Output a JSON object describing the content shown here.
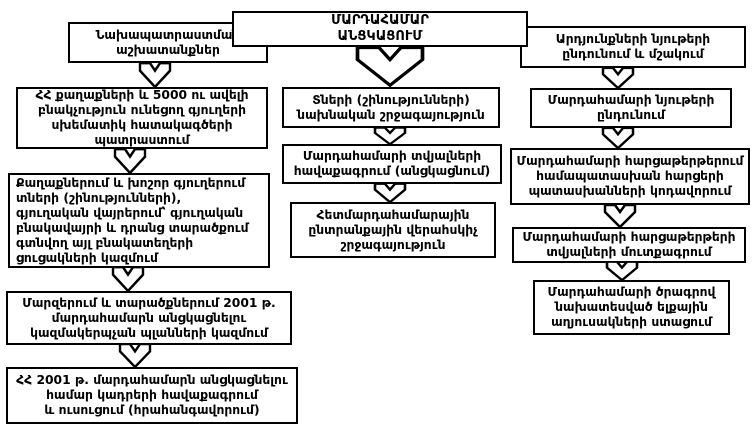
{
  "diagram": {
    "title": "ՄԱՐԴԱՀԱՄԱՐ\nԱՆՑԿԱՑՈՒՄ",
    "left": [
      "Նախապատրաստման\nաշխատանքներ",
      "ՀՀ քաղաքների և 5000 ու ավելի\nբնակչություն ունեցող գյուղերի\nսխեմատիկ հատակագծերի\nպատրաստում",
      "Քաղաքներում և խոշոր գյուղերում\nտների (շինությունների),\nգյուղական վայրերում՝ գյուղական\nբնակավայրի և դրանց տարածքում\nգտնվող այլ բնակատեղերի\nցուցակների կազմում",
      "Մարզերում և տարածքներում 2001 թ.\nմարդահամարն անցկացնելու\nկազմակերպչան պլանների կազմում",
      "ՀՀ 2001 թ. մարդահամարն անցկացնելու\nհամար կադրերի հավաքագրում\nև ուսուցում (հրահանգավորում)"
    ],
    "middle": [
      "Տների (շինությունների)\nնախնական շրջագայություն",
      "Մարդահամարի տվյալների\nհավաքագրում (անցկացնում)",
      "Հետմարդահամարային\nընտրանքային վերահսկիչ\nշրջագայություն"
    ],
    "right": [
      "Արդյունքների նյութերի\nընդունում և մշակում",
      "Մարդահամարի նյութերի\nընդունում",
      "Մարդահամարի հարցաթերթերում\nհամապատասխան հարցերի\nպատասխանների կոդավորում",
      "Մարդահամարի հարցաթերթերի\nտվյալների մուտքագրում",
      "Մարդահամարի ծրագրով\nնախատեսված ելքային\nաղյուսակների ստացում"
    ]
  },
  "colors": {
    "border": "#000000",
    "background": "#ffffff",
    "text": "#000000"
  }
}
